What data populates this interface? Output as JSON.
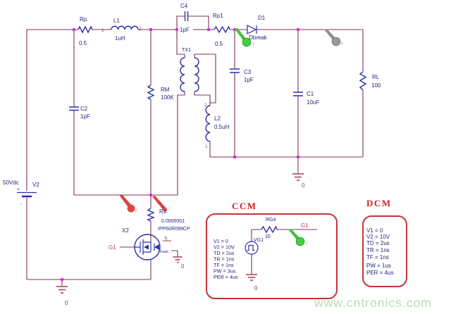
{
  "schematic": {
    "watermark": "www.cntronics.com",
    "source": {
      "name": "V2",
      "value": "50Vdc",
      "plus": "+",
      "minus": "-"
    },
    "components": {
      "rp": {
        "name": "Rp",
        "value": "0.5"
      },
      "l1": {
        "name": "L1",
        "value": "1uH",
        "pin1": "1",
        "pin2": "2"
      },
      "c4": {
        "name": "C4",
        "value": "1pF"
      },
      "rp1": {
        "name": "Rp1",
        "value": "0.5"
      },
      "d1": {
        "name": "D1",
        "model": "Dbreak"
      },
      "tx1": {
        "name": "TX1"
      },
      "rm": {
        "name": "RM",
        "value": "100K"
      },
      "c2": {
        "name": "C2",
        "value": "1pF"
      },
      "c3": {
        "name": "C3",
        "value": "1pF"
      },
      "l2": {
        "name": "L2",
        "value": "0.5uH",
        "pin1": "1",
        "pin2": "2"
      },
      "c1": {
        "name": "C1",
        "value": "10uF"
      },
      "rl": {
        "name": "RL",
        "value": "100"
      },
      "rs": {
        "name": "Rs",
        "value": "0.0000001"
      },
      "x2": {
        "name": "X2",
        "part": "IPP60R099CP",
        "tj": "Tj",
        "tcase": "Tcase"
      },
      "vg1": {
        "name": "VG1"
      },
      "rg4": {
        "name": "RG4",
        "value": "10"
      }
    },
    "nets": {
      "g1": "G1",
      "gnd": "0"
    },
    "probes": {
      "v": "V",
      "v_small": "v"
    },
    "ccm": {
      "title": "CCM",
      "params": [
        "V1 = 0",
        "V2 = 10V",
        "TD = 2us",
        "TR = 1ns",
        "TF = 1ns",
        "PW = 3us",
        "PER = 4us"
      ]
    },
    "dcm": {
      "title": "DCM",
      "params": [
        "V1 = 0",
        "V2 = 10V",
        "TD = 2us",
        "TR = 1ns",
        "TF = 1ns",
        "PW = 1us",
        "PER = 4us"
      ]
    }
  }
}
